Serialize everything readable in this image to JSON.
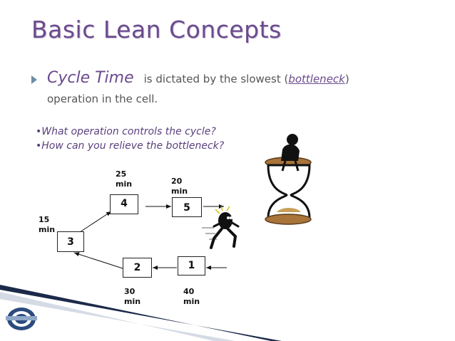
{
  "slide": {
    "title": "Basic Lean Concepts",
    "bullet": {
      "term": "Cycle Time",
      "text_before": "is dictated by the slowest (",
      "emphasis": "bottleneck",
      "text_after": ")",
      "line2": "operation in the cell."
    },
    "questions": [
      "•What operation controls the cycle?",
      "•How can you relieve  the bottleneck?"
    ]
  },
  "diagram": {
    "operations": [
      {
        "label": "1",
        "time": "40",
        "unit": "min"
      },
      {
        "label": "2",
        "time": "30",
        "unit": "min"
      },
      {
        "label": "3",
        "time": "15",
        "unit": "min"
      },
      {
        "label": "4",
        "time": "25",
        "unit": "min"
      },
      {
        "label": "5",
        "time": "20",
        "unit": "min"
      }
    ]
  },
  "icons": [
    "running-person-icon",
    "hourglass-icon",
    "company-logo-icon"
  ],
  "colors": {
    "title": "#6b4a8e",
    "accent_line": "#1c2a4a"
  }
}
